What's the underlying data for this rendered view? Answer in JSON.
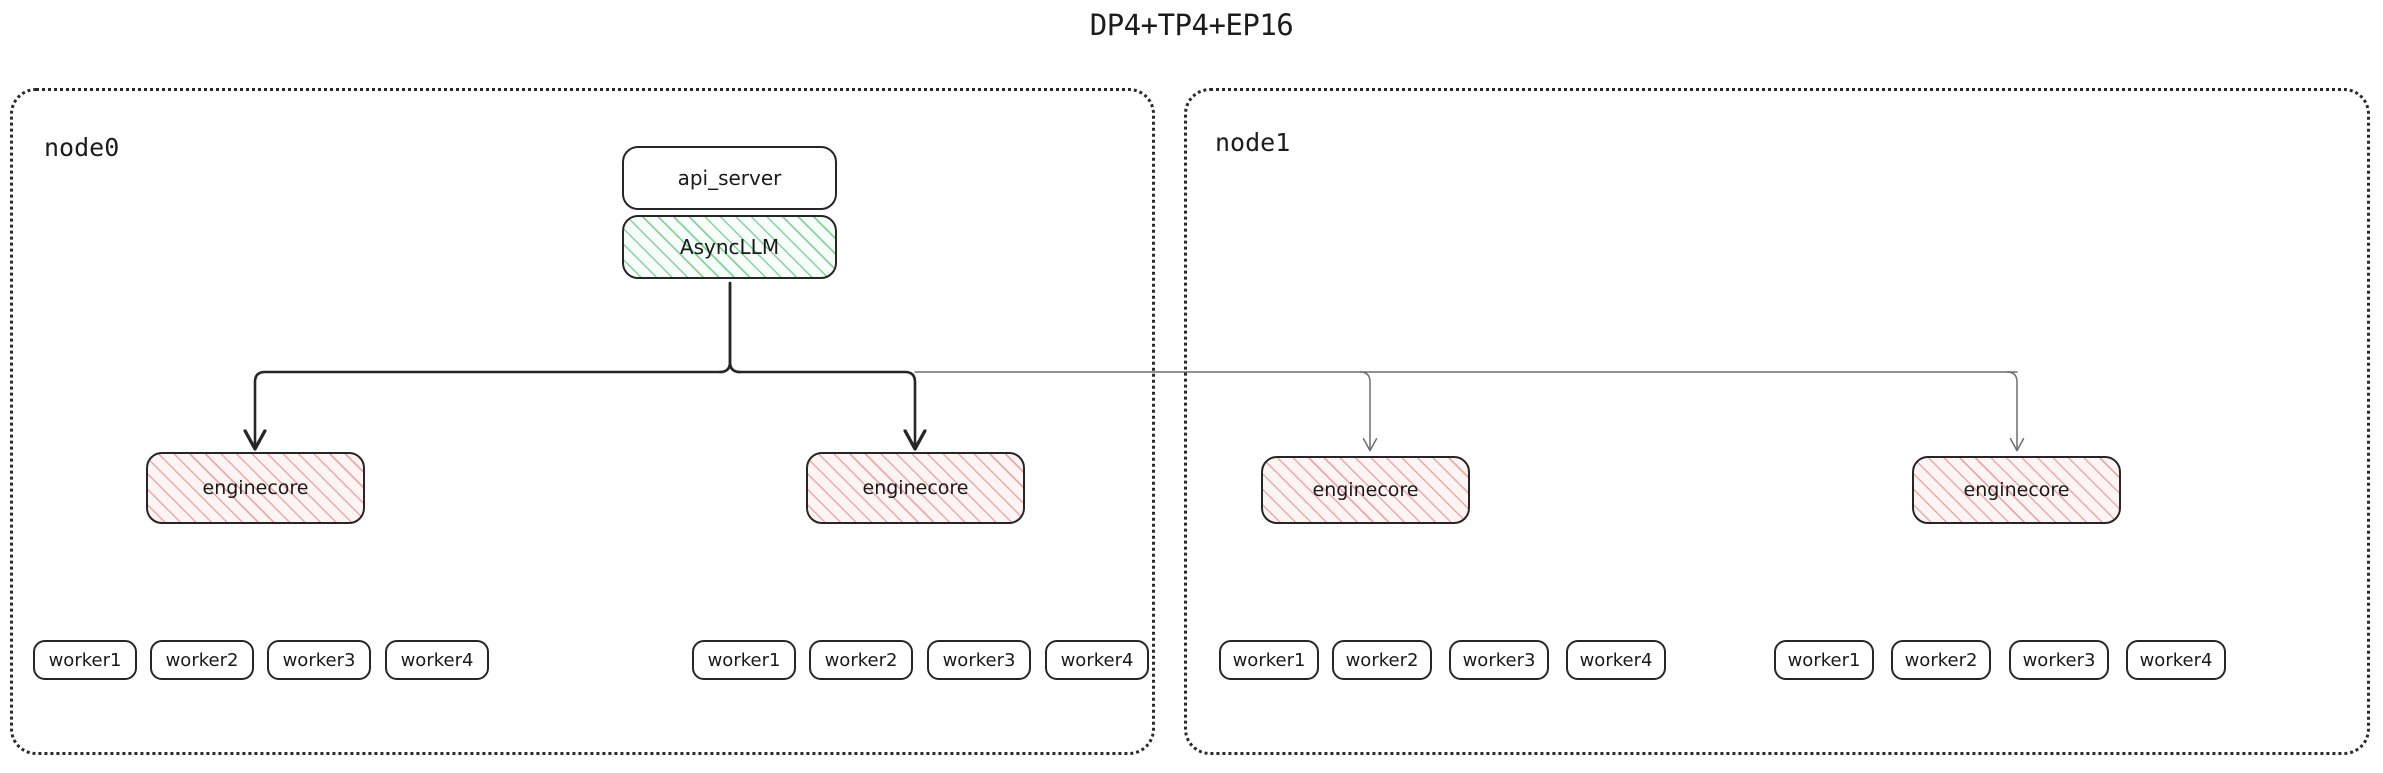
{
  "title": "DP4+TP4+EP16",
  "colors": {
    "stroke_dark": "#262626",
    "stroke_light": "#6f6f6f",
    "hatch_green": "#6ecd8c",
    "hatch_red": "#e87e7e",
    "container_border": "#2a2a2a",
    "background": "#ffffff",
    "text": "#1a1a1a"
  },
  "nodes": [
    {
      "id": "node0",
      "label": "node0",
      "services": [
        {
          "id": "api_server",
          "label": "api_server",
          "style": "plain"
        },
        {
          "id": "async_llm",
          "label": "AsyncLLM",
          "style": "hatch-green"
        }
      ],
      "engines": [
        {
          "id": "node0-engine0",
          "label": "enginecore",
          "style": "hatch-red",
          "workers": [
            {
              "label": "worker1"
            },
            {
              "label": "worker2"
            },
            {
              "label": "worker3"
            },
            {
              "label": "worker4"
            }
          ]
        },
        {
          "id": "node0-engine1",
          "label": "enginecore",
          "style": "hatch-red",
          "workers": [
            {
              "label": "worker1"
            },
            {
              "label": "worker2"
            },
            {
              "label": "worker3"
            },
            {
              "label": "worker4"
            }
          ]
        }
      ]
    },
    {
      "id": "node1",
      "label": "node1",
      "services": [],
      "engines": [
        {
          "id": "node1-engine0",
          "label": "enginecore",
          "style": "hatch-red",
          "workers": [
            {
              "label": "worker1"
            },
            {
              "label": "worker2"
            },
            {
              "label": "worker3"
            },
            {
              "label": "worker4"
            }
          ]
        },
        {
          "id": "node1-engine1",
          "label": "enginecore",
          "style": "hatch-red",
          "workers": [
            {
              "label": "worker1"
            },
            {
              "label": "worker2"
            },
            {
              "label": "worker3"
            },
            {
              "label": "worker4"
            }
          ]
        }
      ]
    }
  ],
  "edges": [
    {
      "from": "async_llm",
      "to": "node0-engine0",
      "weight": "bold"
    },
    {
      "from": "async_llm",
      "to": "node0-engine1",
      "weight": "bold"
    },
    {
      "from": "async_llm",
      "to": "node1-engine0",
      "weight": "thin"
    },
    {
      "from": "async_llm",
      "to": "node1-engine1",
      "weight": "thin"
    }
  ]
}
